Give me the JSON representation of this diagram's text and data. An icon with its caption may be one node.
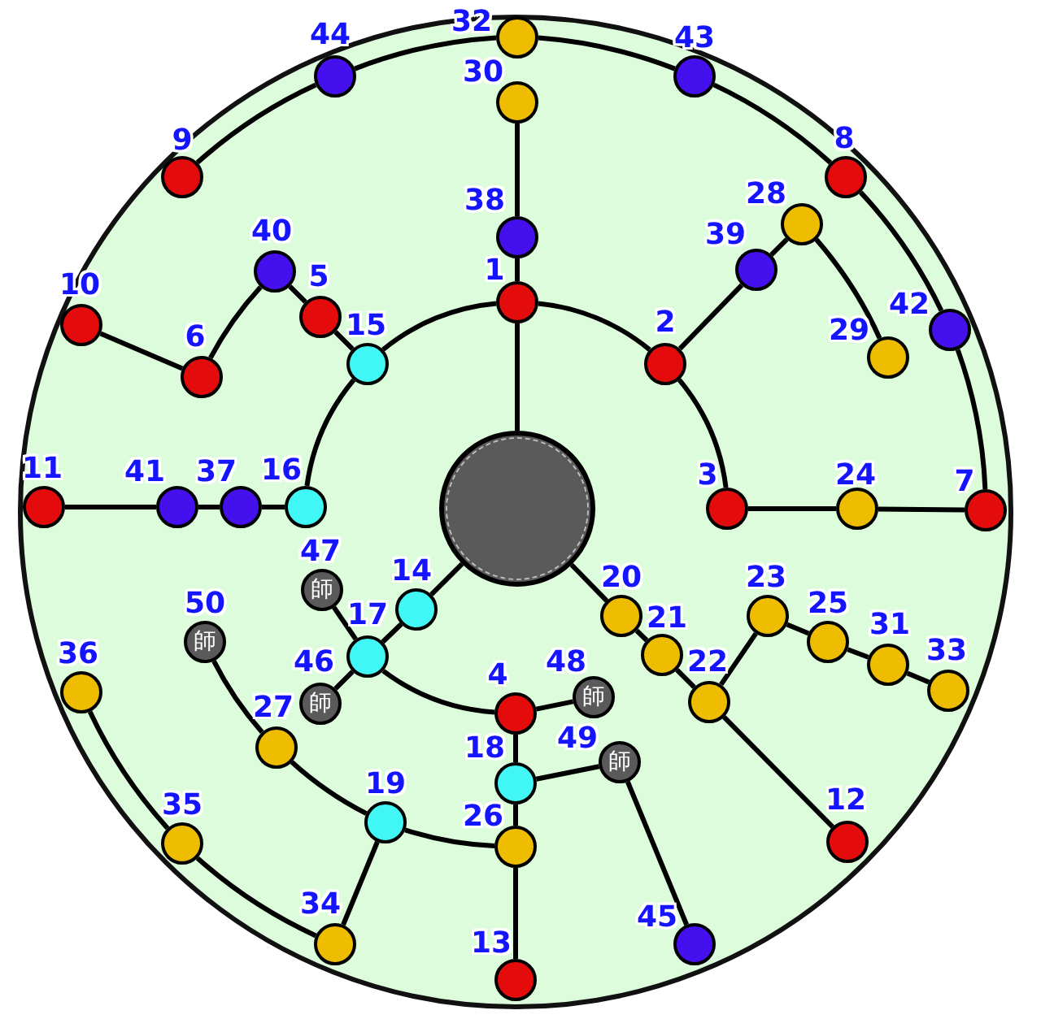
{
  "diagram": {
    "nodes": [
      {
        "text": [],
        "shape": "circle"
      },
      {
        "text": [],
        "shape": "circle",
        "beside": [
          "1"
        ]
      },
      {
        "text": [],
        "shape": "circle",
        "beside": [
          "2"
        ]
      },
      {
        "text": [],
        "shape": "circle",
        "beside": [
          "3"
        ]
      },
      {
        "text": [],
        "shape": "circle",
        "beside": [
          "4"
        ]
      },
      {
        "text": [],
        "shape": "circle",
        "beside": [
          "5"
        ]
      },
      {
        "text": [],
        "shape": "circle",
        "beside": [
          "6"
        ]
      },
      {
        "text": [],
        "shape": "circle",
        "beside": [
          "7"
        ]
      },
      {
        "text": [],
        "shape": "circle",
        "beside": [
          "8"
        ]
      },
      {
        "text": [],
        "shape": "circle",
        "beside": [
          "9"
        ]
      },
      {
        "text": [],
        "shape": "circle",
        "beside": [
          "10"
        ]
      },
      {
        "text": [],
        "shape": "circle",
        "beside": [
          "11"
        ]
      },
      {
        "text": [],
        "shape": "circle",
        "beside": [
          "12"
        ]
      },
      {
        "text": [],
        "shape": "circle",
        "beside": [
          "13"
        ]
      },
      {
        "text": [],
        "shape": "circle",
        "beside": [
          "14"
        ]
      },
      {
        "text": [],
        "shape": "circle",
        "beside": [
          "15"
        ]
      },
      {
        "text": [],
        "shape": "circle",
        "beside": [
          "16"
        ]
      },
      {
        "text": [],
        "shape": "circle",
        "beside": [
          "17"
        ]
      },
      {
        "text": [],
        "shape": "circle",
        "beside": [
          "18"
        ]
      },
      {
        "text": [],
        "shape": "circle",
        "beside": [
          "19"
        ]
      },
      {
        "text": [],
        "shape": "circle",
        "beside": [
          "20"
        ]
      },
      {
        "text": [],
        "shape": "circle",
        "beside": [
          "21"
        ]
      },
      {
        "text": [],
        "shape": "circle",
        "beside": [
          "22"
        ]
      },
      {
        "text": [],
        "shape": "circle",
        "beside": [
          "23"
        ]
      },
      {
        "text": [],
        "shape": "circle",
        "beside": [
          "24"
        ]
      },
      {
        "text": [],
        "shape": "circle",
        "beside": [
          "25"
        ]
      },
      {
        "text": [],
        "shape": "circle",
        "beside": [
          "26"
        ]
      },
      {
        "text": [],
        "shape": "circle",
        "beside": [
          "27"
        ]
      },
      {
        "text": [],
        "shape": "circle",
        "beside": [
          "28"
        ]
      },
      {
        "text": [],
        "shape": "circle",
        "beside": [
          "29"
        ]
      },
      {
        "text": [],
        "shape": "circle",
        "beside": [
          "30"
        ]
      },
      {
        "text": [],
        "shape": "circle",
        "beside": [
          "31"
        ]
      },
      {
        "text": [],
        "shape": "circle",
        "beside": [
          "32"
        ]
      },
      {
        "text": [],
        "shape": "circle",
        "beside": [
          "33"
        ]
      },
      {
        "text": [],
        "shape": "circle",
        "beside": [
          "34"
        ]
      },
      {
        "text": [],
        "shape": "circle",
        "beside": [
          "35"
        ]
      },
      {
        "text": [],
        "shape": "circle",
        "beside": [
          "36"
        ]
      },
      {
        "text": [],
        "shape": "circle",
        "beside": [
          "37"
        ]
      },
      {
        "text": [],
        "shape": "circle",
        "beside": [
          "38"
        ]
      },
      {
        "text": [],
        "shape": "circle",
        "beside": [
          "39"
        ]
      },
      {
        "text": [],
        "shape": "circle",
        "beside": [
          "40"
        ]
      },
      {
        "text": [],
        "shape": "circle",
        "beside": [
          "41"
        ]
      },
      {
        "text": [],
        "shape": "circle",
        "beside": [
          "42"
        ]
      },
      {
        "text": [],
        "shape": "circle",
        "beside": [
          "43"
        ]
      },
      {
        "text": [],
        "shape": "circle",
        "beside": [
          "44"
        ]
      },
      {
        "text": [],
        "shape": "circle",
        "beside": [
          "45"
        ]
      },
      {
        "text": [
          "師"
        ],
        "beside": [
          "46"
        ]
      },
      {
        "text": [
          "師"
        ],
        "beside": [
          "47"
        ]
      },
      {
        "text": [
          "師"
        ],
        "beside": [
          "48"
        ]
      },
      {
        "text": [
          "師"
        ],
        "beside": [
          "49"
        ]
      },
      {
        "text": [
          "師"
        ],
        "beside": [
          "50"
        ]
      }
    ],
    "edges": [
      {
        "from": 0,
        "to": 1,
        "arrow": "none"
      },
      {
        "from": 1,
        "to": 38,
        "arrow": "none"
      },
      {
        "from": 38,
        "to": 30,
        "arrow": "none"
      },
      {
        "from": 1,
        "to": 2,
        "arrow": "none"
      },
      {
        "from": 2,
        "to": 3,
        "arrow": "none"
      },
      {
        "from": 1,
        "to": 15,
        "arrow": "none"
      },
      {
        "from": 15,
        "to": 16,
        "arrow": "none"
      },
      {
        "from": 2,
        "to": 39,
        "arrow": "none"
      },
      {
        "from": 39,
        "to": 28,
        "arrow": "none"
      },
      {
        "from": 28,
        "to": 29,
        "arrow": "none"
      },
      {
        "from": 3,
        "to": 24,
        "arrow": "none"
      },
      {
        "from": 24,
        "to": 7,
        "arrow": "none"
      },
      {
        "from": 32,
        "to": 43,
        "arrow": "none"
      },
      {
        "from": 43,
        "to": 8,
        "arrow": "none"
      },
      {
        "from": 8,
        "to": 42,
        "arrow": "none"
      },
      {
        "from": 42,
        "to": 7,
        "arrow": "none"
      },
      {
        "from": 32,
        "to": 44,
        "arrow": "none"
      },
      {
        "from": 44,
        "to": 9,
        "arrow": "none"
      },
      {
        "from": 15,
        "to": 5,
        "arrow": "none"
      },
      {
        "from": 5,
        "to": 40,
        "arrow": "none"
      },
      {
        "from": 40,
        "to": 6,
        "arrow": "none"
      },
      {
        "from": 6,
        "to": 10,
        "arrow": "none"
      },
      {
        "from": 16,
        "to": 37,
        "arrow": "none"
      },
      {
        "from": 37,
        "to": 41,
        "arrow": "none"
      },
      {
        "from": 41,
        "to": 11,
        "arrow": "none"
      },
      {
        "from": 0,
        "to": 14,
        "arrow": "none"
      },
      {
        "from": 14,
        "to": 17,
        "arrow": "none"
      },
      {
        "from": 17,
        "to": 47,
        "arrow": "none"
      },
      {
        "from": 17,
        "to": 46,
        "arrow": "none"
      },
      {
        "from": 17,
        "to": 4,
        "arrow": "none"
      },
      {
        "from": 0,
        "to": 20,
        "arrow": "none"
      },
      {
        "from": 20,
        "to": 21,
        "arrow": "none"
      },
      {
        "from": 21,
        "to": 22,
        "arrow": "none"
      },
      {
        "from": 22,
        "to": 23,
        "arrow": "none"
      },
      {
        "from": 23,
        "to": 25,
        "arrow": "none"
      },
      {
        "from": 25,
        "to": 31,
        "arrow": "none"
      },
      {
        "from": 31,
        "to": 33,
        "arrow": "none"
      },
      {
        "from": 22,
        "to": 12,
        "arrow": "none"
      },
      {
        "from": 4,
        "to": 48,
        "arrow": "none"
      },
      {
        "from": 4,
        "to": 18,
        "arrow": "none"
      },
      {
        "from": 18,
        "to": 49,
        "arrow": "none"
      },
      {
        "from": 49,
        "to": 45,
        "arrow": "none"
      },
      {
        "from": 18,
        "to": 26,
        "arrow": "none"
      },
      {
        "from": 26,
        "to": 13,
        "arrow": "none"
      },
      {
        "from": 26,
        "to": 19,
        "arrow": "none"
      },
      {
        "from": 19,
        "to": 27,
        "arrow": "none"
      },
      {
        "from": 27,
        "to": 50,
        "arrow": "none"
      },
      {
        "from": 19,
        "to": 34,
        "arrow": "none"
      },
      {
        "from": 36,
        "to": 35,
        "arrow": "none"
      },
      {
        "from": 35,
        "to": 34,
        "arrow": "none"
      }
    ]
  }
}
